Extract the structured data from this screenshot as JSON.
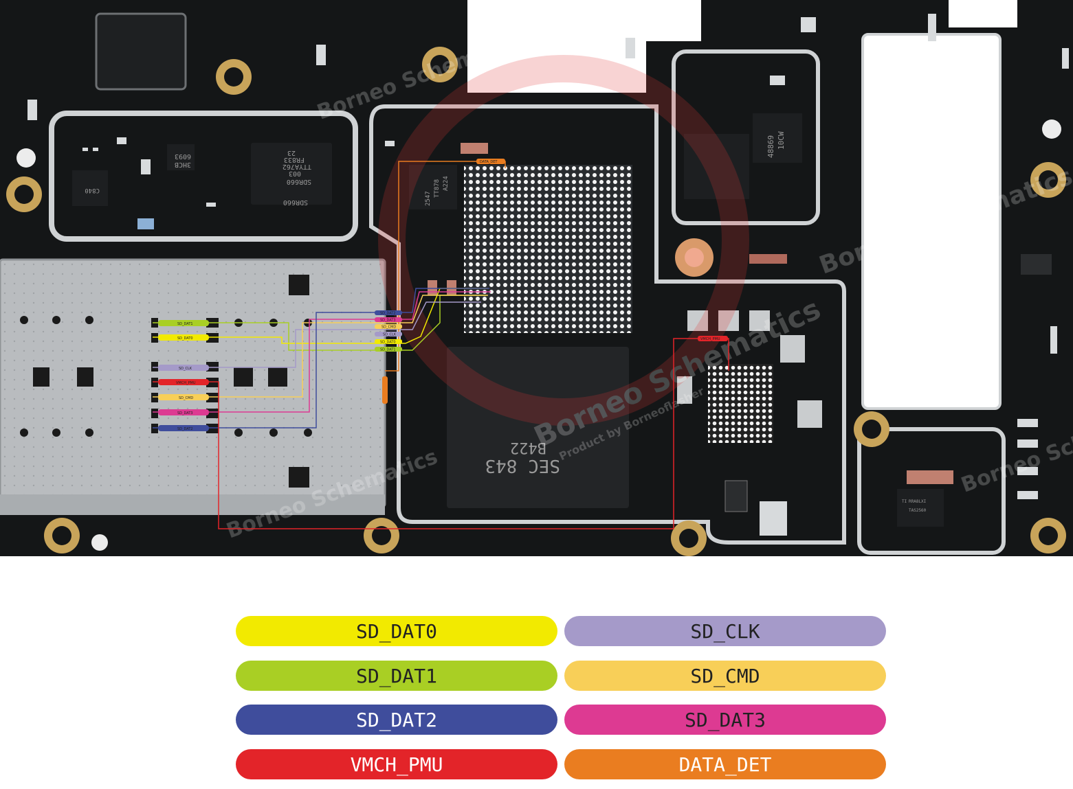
{
  "board": {
    "colors": {
      "pcb": "#141617",
      "shield": "#cfd2d4",
      "gold": "#c8a45a"
    },
    "chip_markings": {
      "pmic": [
        "SDR660",
        "003",
        "TTYA762",
        "FR833",
        "23"
      ],
      "small_ic": [
        "6093",
        "3HCB"
      ],
      "small_ic2": [
        "C840"
      ],
      "qfn": [
        "2547",
        "TT878",
        "A224"
      ],
      "emmc": [
        "SEC 843",
        "B422"
      ],
      "charger": [
        "48869",
        "10CW"
      ],
      "amp": [
        "TI",
        "RRA8LXI",
        "TAS2560"
      ]
    },
    "pin_labels": [
      "SD_DAT1",
      "SD_DAT0",
      "SD_CLK",
      "VMCH_PMU",
      "SD_CMD",
      "SD_DAT3",
      "SD_DAT2"
    ],
    "trace_labels": [
      "SD_DAT2",
      "SD_DAT3",
      "SD_CMD",
      "SD_CLK",
      "SD_DAT0",
      "SD_DAT1"
    ],
    "data_det_label": "DATA_DET",
    "vmch_label": "VMCH_PMU",
    "watermark": "Borneo Schematics",
    "watermark_sub": "Product by Borneoflasher"
  },
  "legend": [
    {
      "label": "SD_DAT0",
      "color": "#f2ea00",
      "text_color": "#222222"
    },
    {
      "label": "SD_CLK",
      "color": "#a59ac9",
      "text_color": "#222222"
    },
    {
      "label": "SD_DAT1",
      "color": "#a9cf24",
      "text_color": "#222222"
    },
    {
      "label": "SD_CMD",
      "color": "#f8cf58",
      "text_color": "#222222"
    },
    {
      "label": "SD_DAT2",
      "color": "#3f4d9c",
      "text_color": "#ffffff"
    },
    {
      "label": "SD_DAT3",
      "color": "#dd3a92",
      "text_color": "#222222"
    },
    {
      "label": "VMCH_PMU",
      "color": "#e32429",
      "text_color": "#ffffff"
    },
    {
      "label": "DATA_DET",
      "color": "#ea7d20",
      "text_color": "#ffffff"
    }
  ]
}
